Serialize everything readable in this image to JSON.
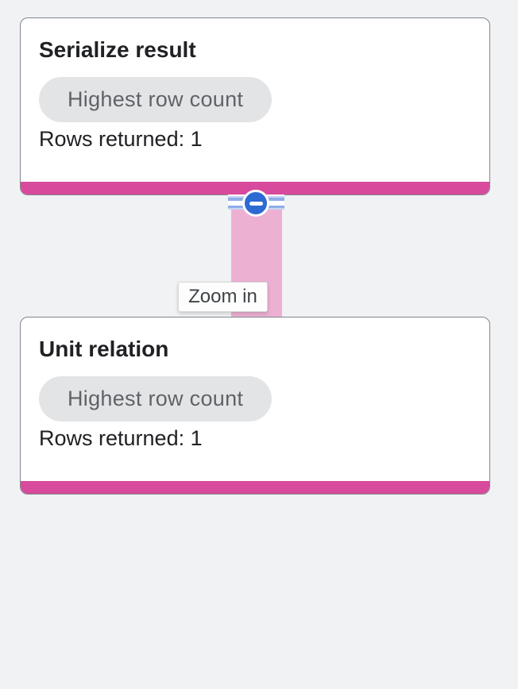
{
  "graph": {
    "nodes": [
      {
        "title": "Serialize result",
        "badge": "Highest row count",
        "rows": "Rows returned: 1"
      },
      {
        "title": "Unit relation",
        "badge": "Highest row count",
        "rows": "Rows returned: 1"
      }
    ],
    "edge": {
      "collapse_icon": "minus-circle-icon",
      "tooltip": "Zoom in"
    }
  },
  "colors": {
    "background": "#f1f2f4",
    "node_accent_bar": "#d74a9c",
    "edge_band": "#ecb0d3",
    "collapse_button": "#2d6bd3",
    "stripe_blue": "#8fade8",
    "badge_bg": "#e3e4e6",
    "badge_text": "#5f6368",
    "card_border": "#82878d",
    "text": "#202124"
  }
}
